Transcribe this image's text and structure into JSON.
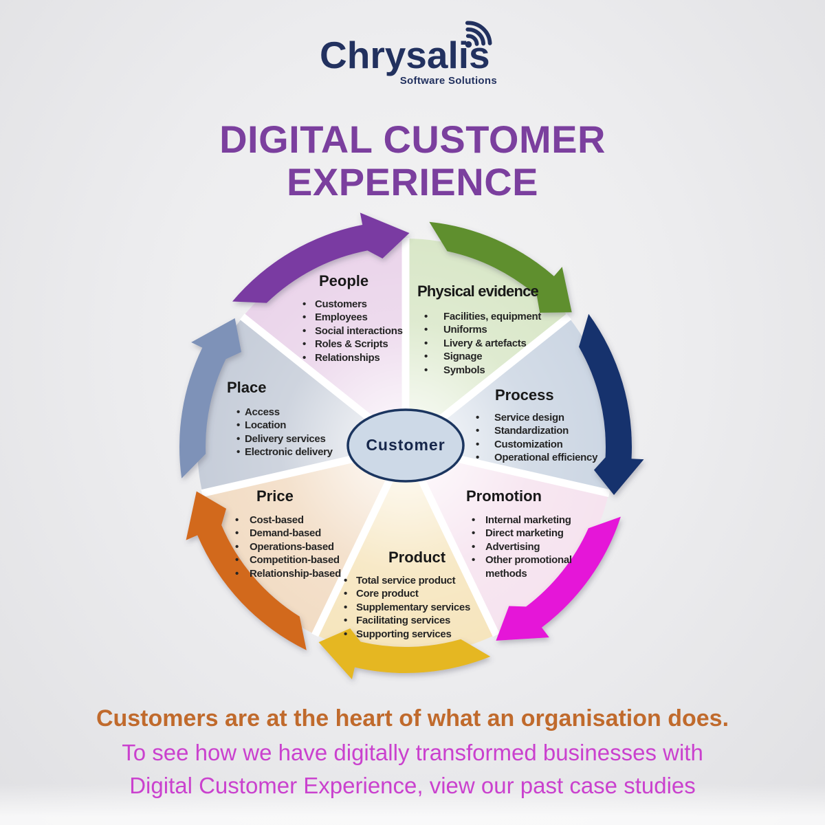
{
  "logo": {
    "name": "Chrysalis",
    "tagline": "Software Solutions",
    "color": "#22315f",
    "icon": "wifi-signal-icon"
  },
  "title": {
    "line1": "DIGITAL CUSTOMER",
    "line2": "EXPERIENCE",
    "color": "#7b3f9e"
  },
  "center": {
    "label": "Customer",
    "fill": "#cdd9e7",
    "border": "#1b355f"
  },
  "segments": [
    {
      "id": "people",
      "title": "People",
      "fill": "#ead4ea",
      "arrow": "#7a3aa2",
      "items": [
        "Customers",
        "Employees",
        "Social interactions",
        "Roles & Scripts",
        "Relationships"
      ]
    },
    {
      "id": "physical",
      "title": "Physical evidence",
      "fill": "#d9e7c8",
      "arrow": "#5f8f2e",
      "items": [
        "Facilities, equipment",
        "Uniforms",
        "Livery & artefacts",
        "Signage",
        "Symbols"
      ]
    },
    {
      "id": "process",
      "title": "Process",
      "fill": "#ccd6e3",
      "arrow": "#16336d",
      "items": [
        "Service design",
        "Standardization",
        "Customization",
        "Operational efficiency"
      ]
    },
    {
      "id": "promotion",
      "title": "Promotion",
      "fill": "#f6e3ef",
      "arrow": "#e515d8",
      "items": [
        "Internal marketing",
        "Direct marketing",
        "Advertising",
        "Other promotional methods"
      ]
    },
    {
      "id": "product",
      "title": "Product",
      "fill": "#f6e5bd",
      "arrow": "#e5b722",
      "items": [
        "Total service product",
        "Core product",
        "Supplementary services",
        "Facilitating services",
        "Supporting services"
      ]
    },
    {
      "id": "price",
      "title": "Price",
      "fill": "#f2dcc4",
      "arrow": "#d2691c",
      "items": [
        "Cost-based",
        "Demand-based",
        "Operations-based",
        "Competition-based",
        "Relationship-based"
      ]
    },
    {
      "id": "place",
      "title": "Place",
      "fill": "#c6cdd9",
      "arrow": "#7e92b8",
      "items": [
        "Access",
        "Location",
        "Delivery services",
        "Electronic delivery"
      ]
    }
  ],
  "footer": {
    "line1": "Customers are at the heart of what an organisation does.",
    "line1_color": "#c06a2c",
    "line2": "To see how we have digitally transformed businesses with",
    "line3": "Digital Customer Experience, view our past case studies",
    "lines23_color": "#ca41ce"
  }
}
